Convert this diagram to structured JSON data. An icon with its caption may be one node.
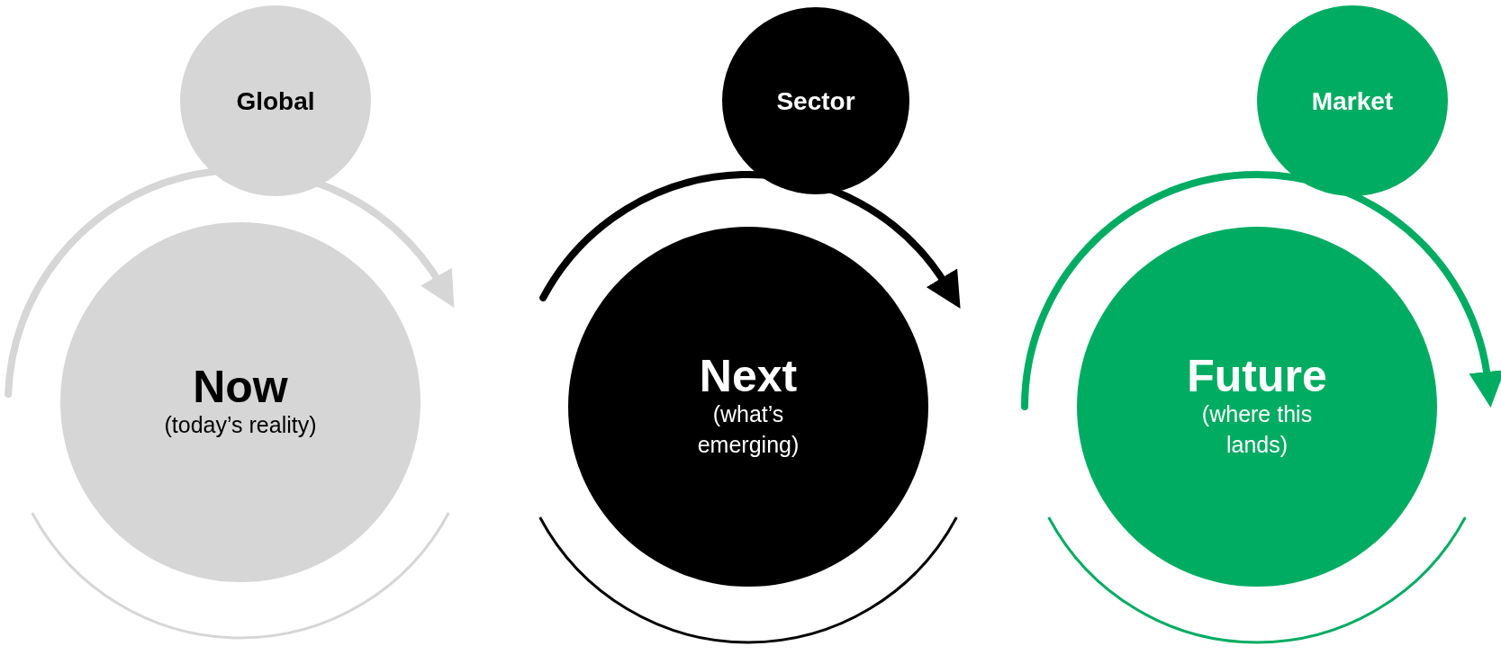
{
  "diagram": {
    "nodes": [
      {
        "text": [
          "Global"
        ]
      },
      {
        "text": [
          "Now",
          "(today’s reality)"
        ]
      },
      {
        "text": [
          "Sector"
        ]
      },
      {
        "text": [
          "Next",
          "(what’s emerging)"
        ]
      },
      {
        "text": [
          "Market"
        ]
      },
      {
        "text": [
          "Future",
          "(where this lands)"
        ]
      }
    ]
  }
}
